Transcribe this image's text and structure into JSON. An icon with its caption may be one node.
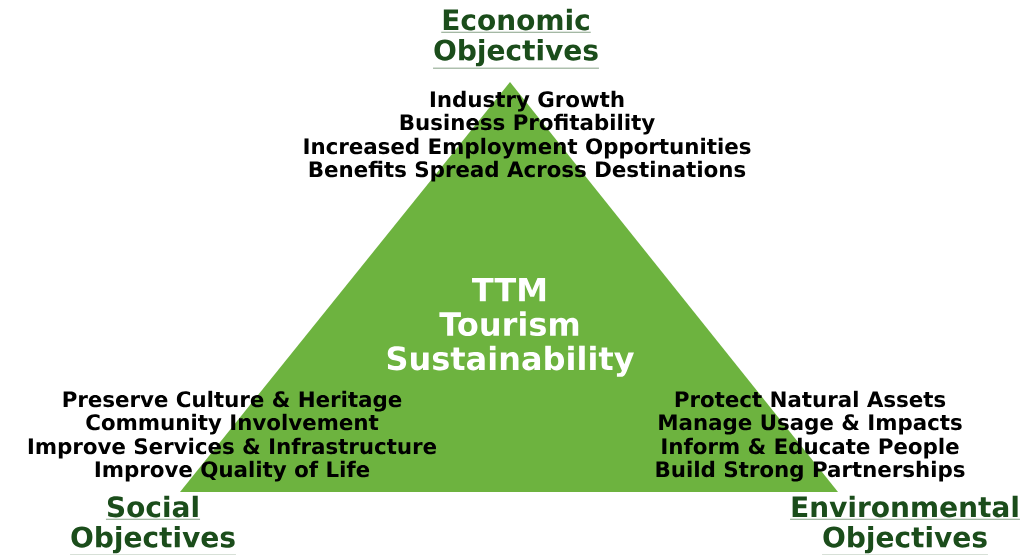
{
  "diagram": {
    "nodes": [
      {
        "text": [
          "TTM Tourism Sustainability"
        ]
      }
    ],
    "labels": [
      "Economic Objectives",
      "Industry Growth",
      "Business Profitability",
      "Increased Employment Opportunities",
      "Benefits Spread Across Destinations",
      "Preserve Culture & Heritage",
      "Community Involvement",
      "Improve Services & Infrastructure",
      "Improve Quality of Life",
      "Protect Natural Assets",
      "Manage Usage & Impacts",
      "Inform & Educate People",
      "Build Strong Partnerships",
      "Social Objectives",
      "Environmental Objectives"
    ]
  }
}
